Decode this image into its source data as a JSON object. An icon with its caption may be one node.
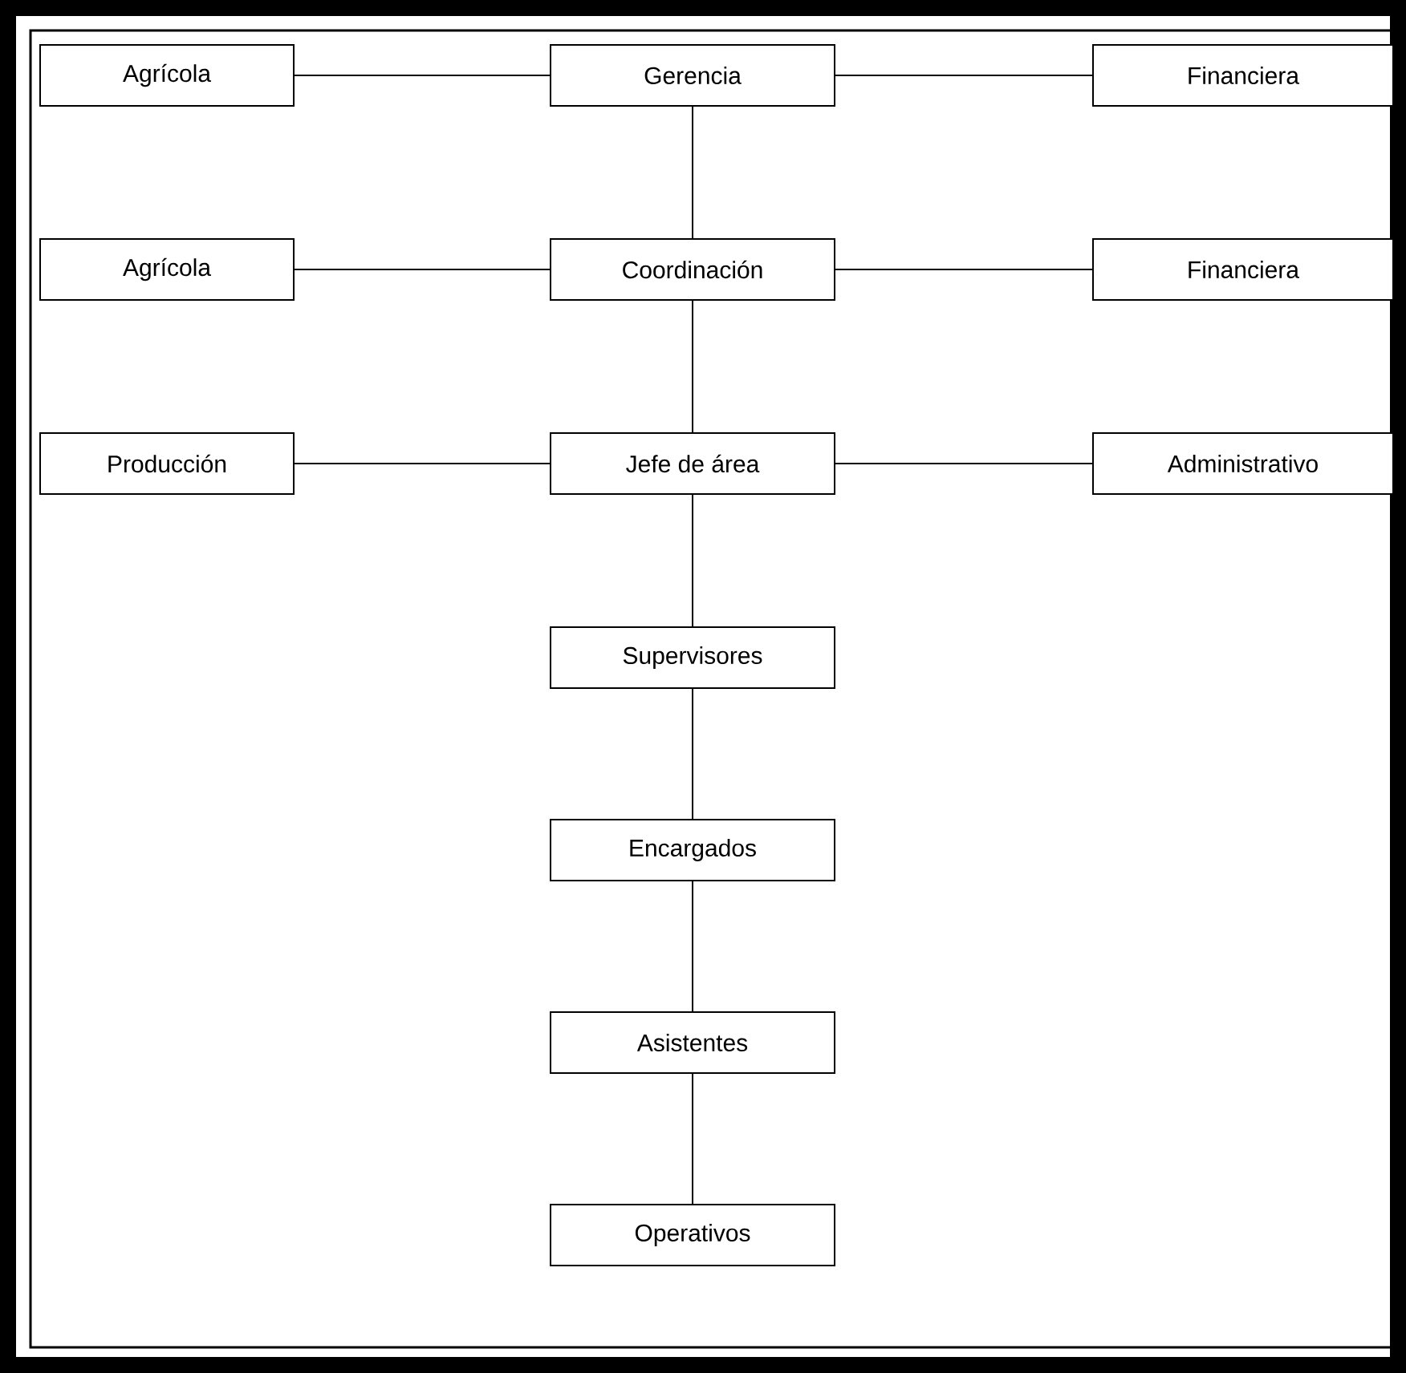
{
  "diagram": {
    "nodes": [
      {
        "text": [
          "Agrícola"
        ]
      },
      {
        "text": [
          "Gerencia"
        ]
      },
      {
        "text": [
          "Financiera"
        ]
      },
      {
        "text": [
          "Agrícola"
        ]
      },
      {
        "text": [
          "Coordinación"
        ]
      },
      {
        "text": [
          "Financiera"
        ]
      },
      {
        "text": [
          "Producción"
        ]
      },
      {
        "text": [
          "Jefe de área"
        ]
      },
      {
        "text": [
          "Administrativo"
        ]
      },
      {
        "text": [
          "Supervisores"
        ]
      },
      {
        "text": [
          "Encargados"
        ]
      },
      {
        "text": [
          "Asistentes"
        ]
      },
      {
        "text": [
          "Operativos"
        ]
      }
    ],
    "edges": [
      {
        "from": 0,
        "to": 1,
        "arrow": "none"
      },
      {
        "from": 1,
        "to": 2,
        "arrow": "none"
      },
      {
        "from": 1,
        "to": 4,
        "arrow": "none"
      },
      {
        "from": 3,
        "to": 4,
        "arrow": "none"
      },
      {
        "from": 4,
        "to": 5,
        "arrow": "none"
      },
      {
        "from": 4,
        "to": 7,
        "arrow": "none"
      },
      {
        "from": 6,
        "to": 7,
        "arrow": "none"
      },
      {
        "from": 7,
        "to": 8,
        "arrow": "none"
      },
      {
        "from": 7,
        "to": 9,
        "arrow": "none"
      },
      {
        "from": 9,
        "to": 10,
        "arrow": "none"
      },
      {
        "from": 10,
        "to": 11,
        "arrow": "none"
      },
      {
        "from": 11,
        "to": 12,
        "arrow": "none"
      }
    ]
  }
}
